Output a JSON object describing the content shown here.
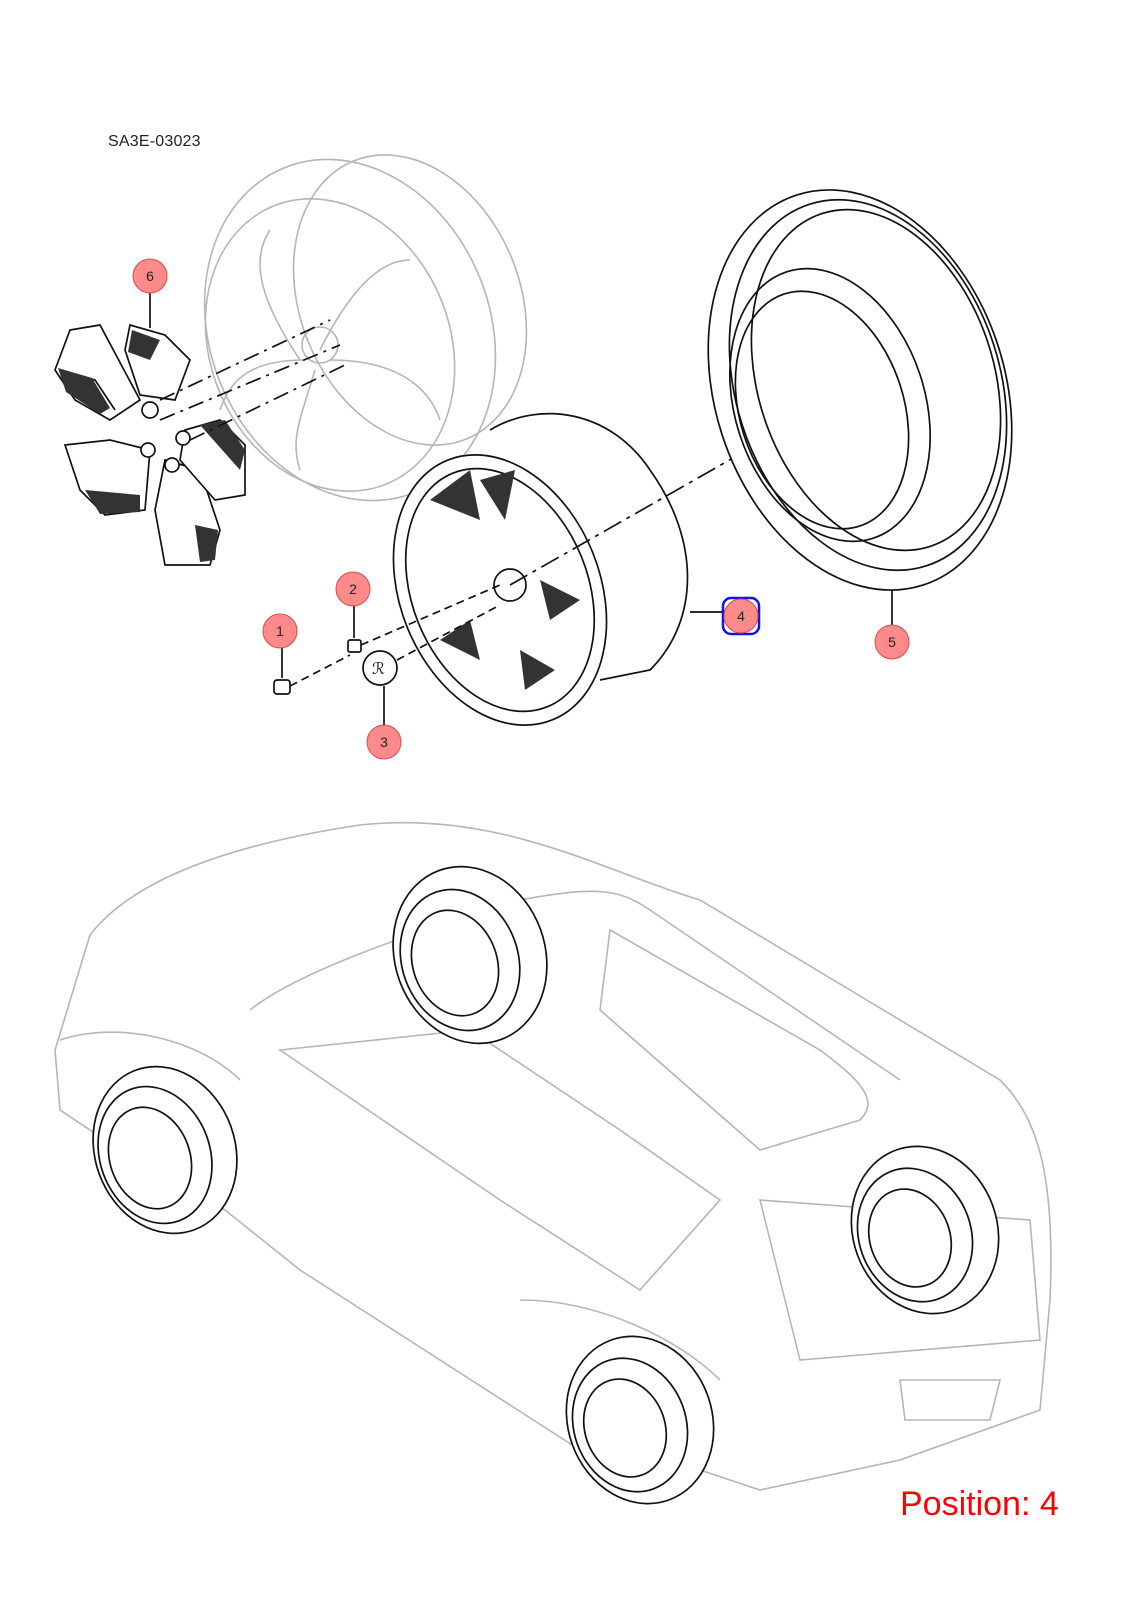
{
  "diagram": {
    "code": "SA3E-03023",
    "position_text": "Position: 4",
    "callouts": [
      {
        "label": "1"
      },
      {
        "label": "2"
      },
      {
        "label": "3"
      },
      {
        "label": "4",
        "selected": true
      },
      {
        "label": "5"
      },
      {
        "label": "6"
      }
    ]
  },
  "colors": {
    "callout_fill": "#ff8a8a",
    "callout_stroke": "#d94a4a",
    "selected_outline": "#1111ee",
    "position_text": "#ff0000"
  }
}
